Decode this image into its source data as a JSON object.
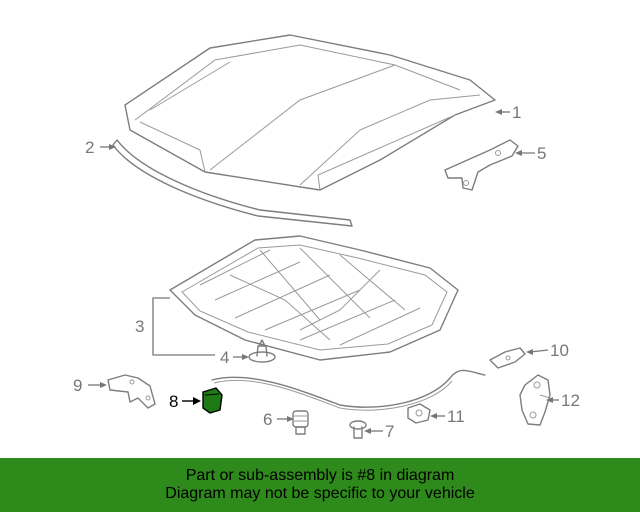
{
  "callouts": {
    "c1": "1",
    "c2": "2",
    "c3": "3",
    "c4": "4",
    "c5": "5",
    "c6": "6",
    "c7": "7",
    "c8": "8",
    "c9": "9",
    "c10": "10",
    "c11": "11",
    "c12": "12"
  },
  "highlight_color": "#1e7a14",
  "banner": {
    "line1": "Part or sub-assembly is #8 in diagram",
    "line2": "Diagram may not be specific to your vehicle",
    "color": "#2f8a1c"
  }
}
